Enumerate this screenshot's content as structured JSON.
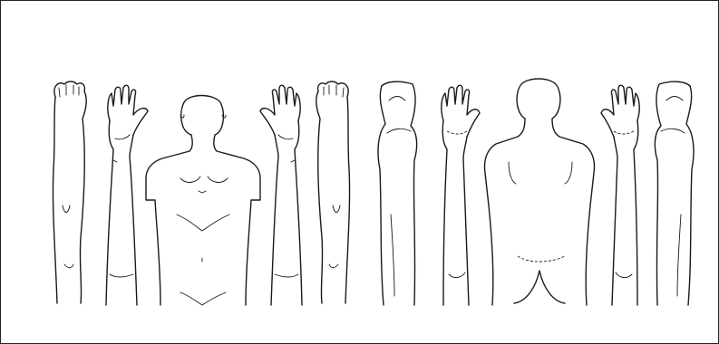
{
  "figure": {
    "views": [
      {
        "id": "front",
        "parts": [
          "right-leg",
          "right-arm",
          "torso",
          "left-arm",
          "left-leg"
        ]
      },
      {
        "id": "back",
        "parts": [
          "right-leg",
          "right-arm",
          "torso",
          "left-arm",
          "left-leg"
        ]
      }
    ],
    "colors": {
      "line": "#1a1a1a",
      "background": "#ffffff",
      "frame": "#222222"
    }
  }
}
